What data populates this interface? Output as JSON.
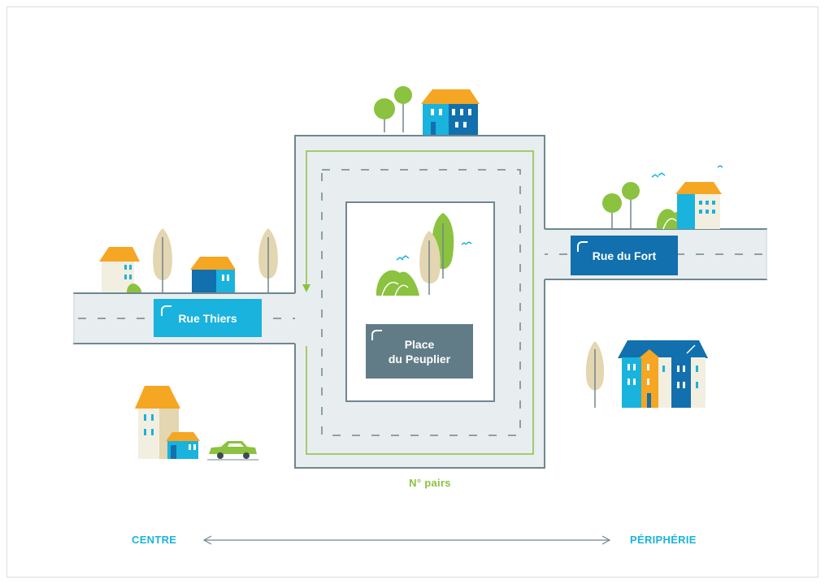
{
  "streets": {
    "rue_thiers": "Rue Thiers",
    "rue_du_fort": "Rue du Fort",
    "place_line1": "Place",
    "place_line2": "du Peuplier"
  },
  "annotations": {
    "numeros": "N° pairs",
    "centre": "CENTRE",
    "peripherie": "PÉRIPHÉRIE"
  },
  "colors": {
    "road": "#e8edf0",
    "road_border": "#6f8790",
    "rue_thiers_label": "#19b3dd",
    "rue_du_fort_label": "#1170ad",
    "place_label": "#617c86",
    "direction_line": "#8bc23f",
    "axis_text": "#19b3dd"
  }
}
